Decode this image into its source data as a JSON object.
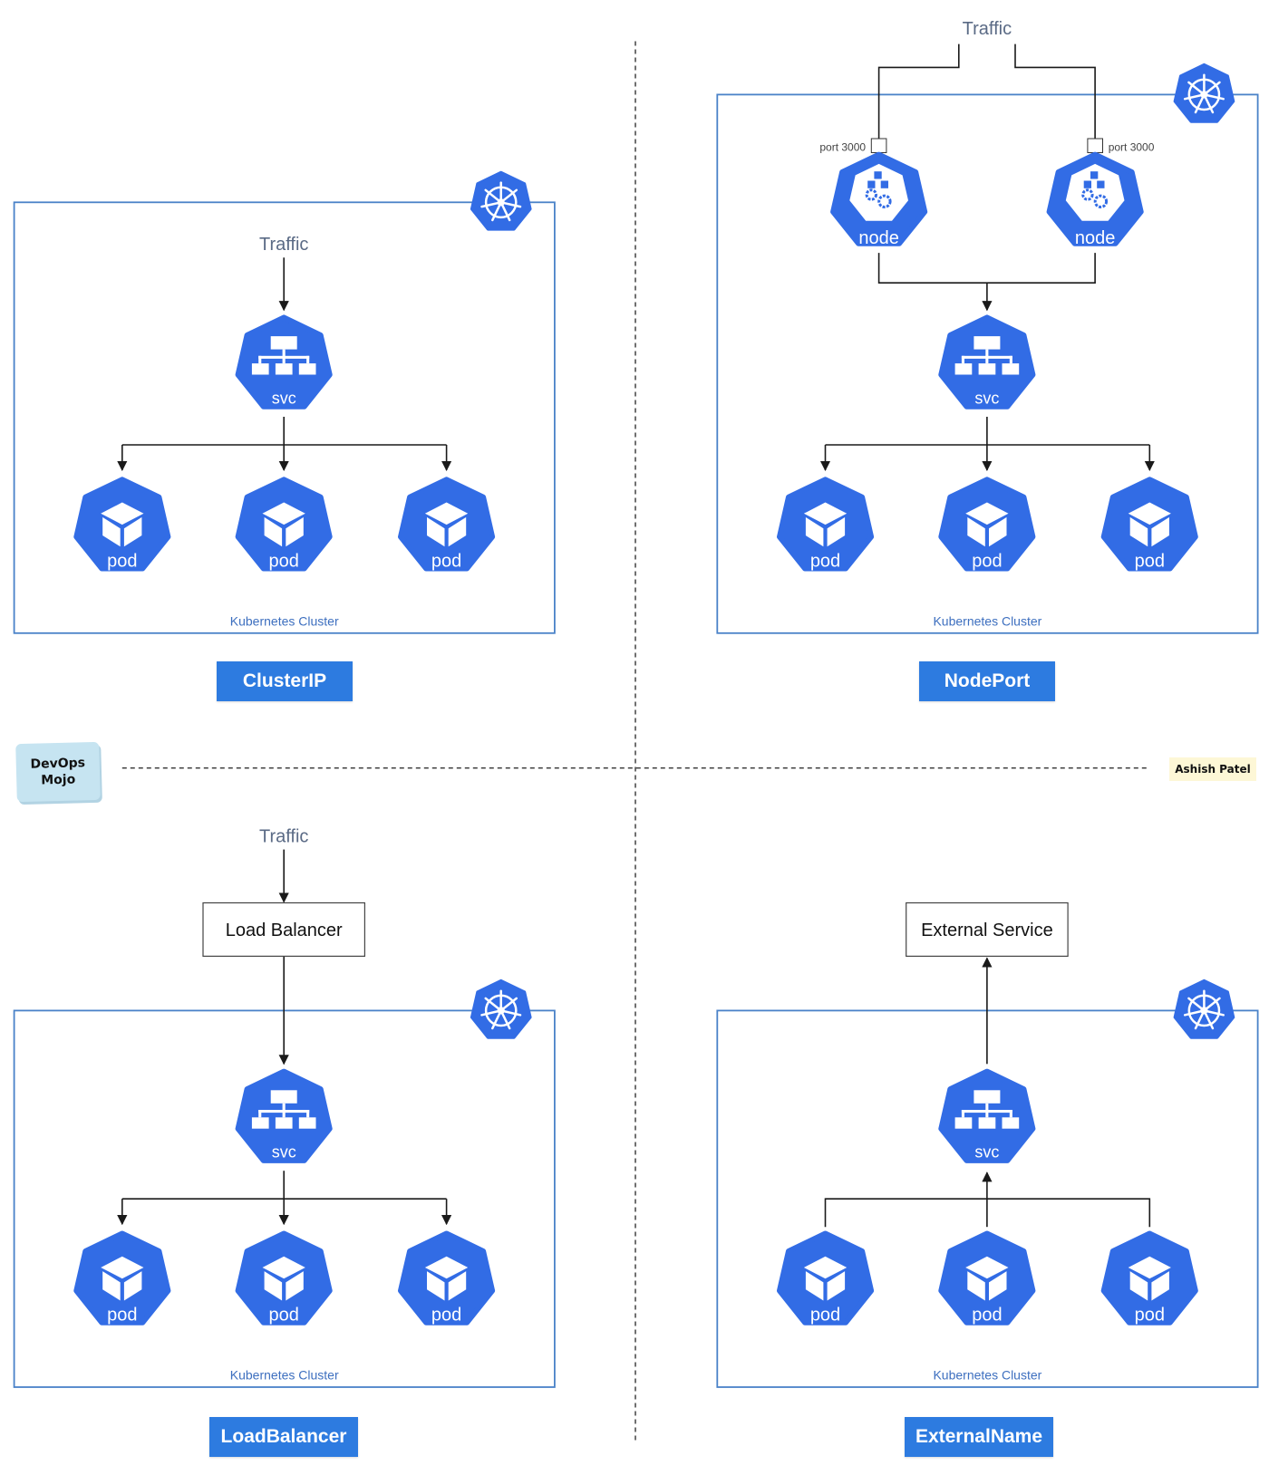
{
  "labels": {
    "traffic": "Traffic",
    "svc": "svc",
    "pod": "pod",
    "node": "node",
    "port": "port 3000",
    "cluster": "Kubernetes Cluster",
    "load_balancer": "Load Balancer",
    "external_service": "External Service"
  },
  "banners": [
    "ClusterIP",
    "NodePort",
    "LoadBalancer",
    "ExternalName"
  ],
  "logos": {
    "devops_line1": "DevOps",
    "devops_line2": "Mojo",
    "author": "Ashish Patel"
  },
  "colors": {
    "blue": "#326ce5",
    "banner": "#2d7be0",
    "cluster_border": "#4a82c8",
    "cluster_label": "#3d6fbf",
    "traffic_text": "#5a6a85",
    "line": "#1a1a1a"
  },
  "icons": [
    "kubernetes-helm-icon",
    "service-icon",
    "pod-cube-icon",
    "node-icon"
  ]
}
